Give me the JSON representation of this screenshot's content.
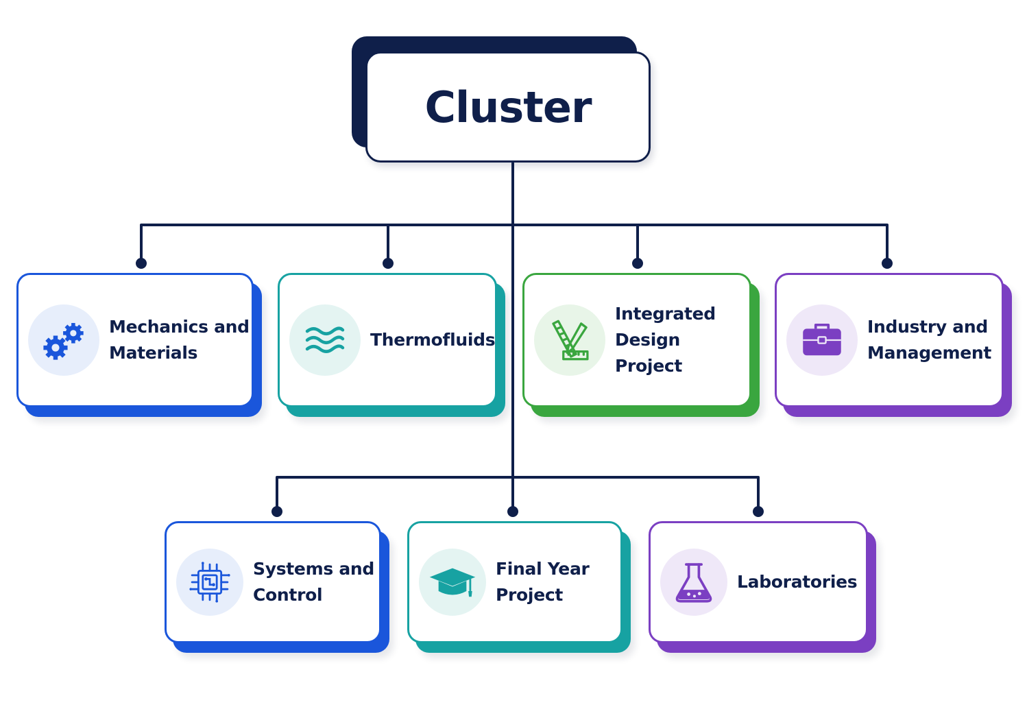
{
  "root": {
    "label": "Cluster"
  },
  "colors": {
    "line": "#0f1f4a",
    "blue": "#1a56db",
    "teal": "#17a2a2",
    "green": "#3aa63f",
    "purple": "#7b3fc2"
  },
  "nodes": [
    {
      "id": "mechanics",
      "label": "Mechanics and\nMaterials",
      "icon": "gears-icon",
      "color": "#1a56db"
    },
    {
      "id": "thermofluids",
      "label": "Thermofluids",
      "icon": "waves-icon",
      "color": "#17a2a2"
    },
    {
      "id": "design",
      "label": "Integrated\nDesign Project",
      "icon": "ruler-pencil-icon",
      "color": "#3aa63f"
    },
    {
      "id": "industry",
      "label": "Industry and\nManagement",
      "icon": "briefcase-icon",
      "color": "#7b3fc2"
    },
    {
      "id": "systems",
      "label": "Systems and\nControl",
      "icon": "circuit-chip-icon",
      "color": "#1a56db"
    },
    {
      "id": "fyp",
      "label": "Final Year\nProject",
      "icon": "graduation-cap-icon",
      "color": "#17a2a2"
    },
    {
      "id": "labs",
      "label": "Laboratories",
      "icon": "flask-icon",
      "color": "#7b3fc2"
    }
  ]
}
